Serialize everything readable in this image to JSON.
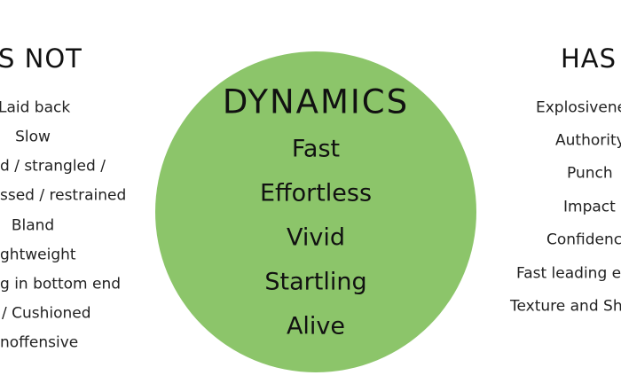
{
  "left": {
    "header": "S NOT",
    "items": [
      "Laid back",
      "Slow",
      "d / strangled /",
      "ssed / restrained",
      "Bland",
      "ghtweight",
      "g in bottom end",
      "/ Cushioned",
      "noffensive"
    ]
  },
  "center": {
    "title": "DYNAMICS",
    "items": [
      "Fast",
      "Effortless",
      "Vivid",
      "Startling",
      "Alive"
    ],
    "circle_color": "#8cc56a"
  },
  "right": {
    "header": "HAS",
    "items": [
      "Explosivene",
      "Authority",
      "Punch",
      "Impact",
      "Confidenc",
      "Fast leading e",
      "Texture and Sh"
    ]
  }
}
